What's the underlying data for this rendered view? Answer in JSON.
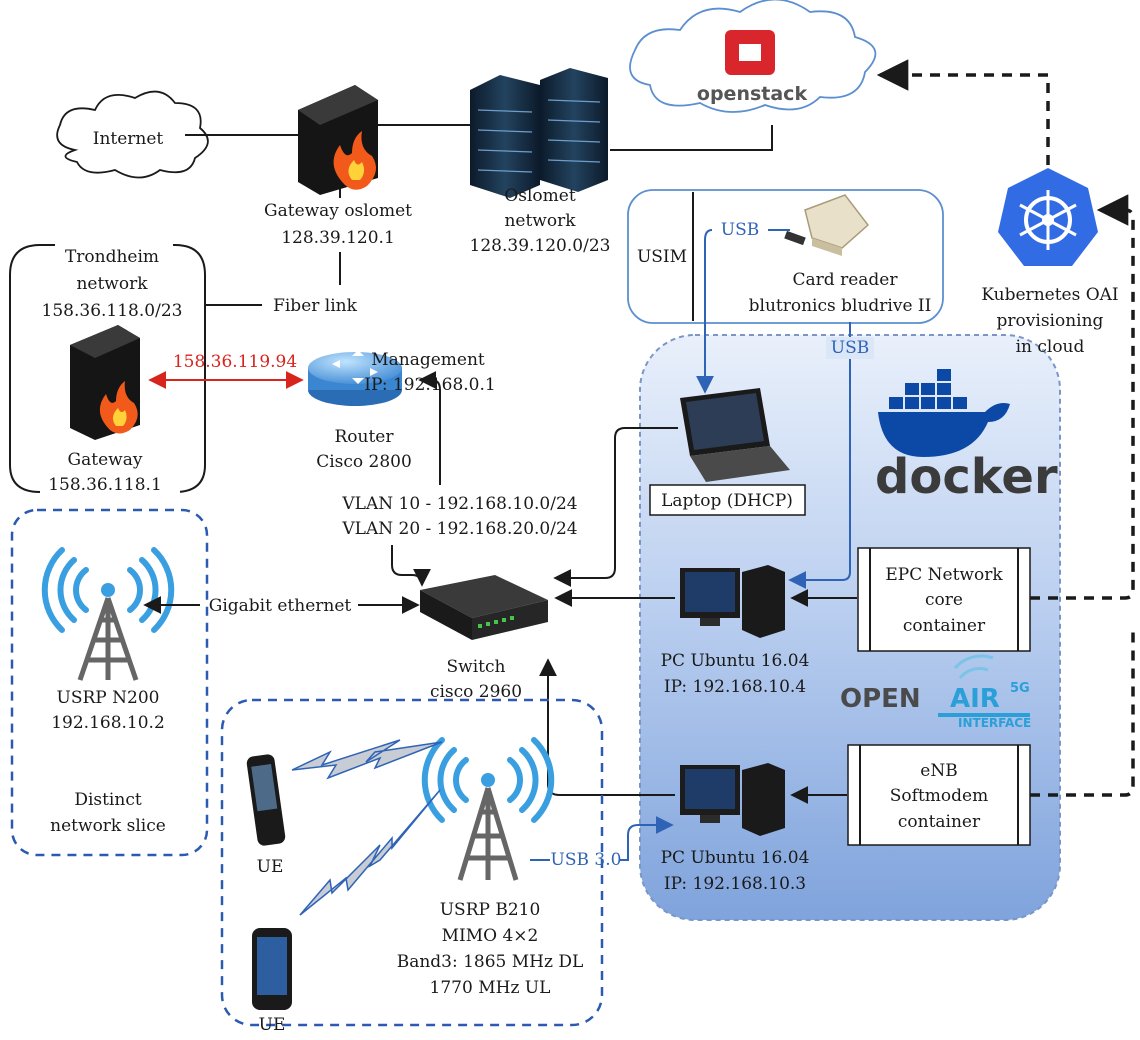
{
  "nodes": {
    "internet": "Internet",
    "openstack": "openstack",
    "gateway_oslomet": [
      "Gateway oslomet",
      "128.39.120.1"
    ],
    "oslomet_network": [
      "Oslomet",
      "network",
      "128.39.120.0/23"
    ],
    "trondheim_network": [
      "Trondheim",
      "network",
      "158.36.118.0/23"
    ],
    "fiber_link": "Fiber link",
    "gateway": [
      "Gateway",
      "158.36.118.1"
    ],
    "link_ip": "158.36.119.94",
    "management": [
      "Management",
      "IP: 192.168.0.1"
    ],
    "router": [
      "Router",
      "Cisco 2800"
    ],
    "vlans": [
      "VLAN 10 - 192.168.10.0/24",
      "VLAN 20 - 192.168.20.0/24"
    ],
    "usim": "USIM",
    "usb_top": "USB",
    "card_reader": [
      "Card reader",
      "blutronics bludrive II"
    ],
    "usb_right": "USB",
    "kubernetes": [
      "Kubernetes OAI",
      "provisioning",
      "in cloud"
    ],
    "laptop": "Laptop (DHCP)",
    "docker": "docker",
    "gigabit": "Gigabit ethernet",
    "usrp_n200": [
      "USRP N200",
      "192.168.10.2"
    ],
    "distinct_slice": [
      "Distinct",
      "network slice"
    ],
    "switch": [
      "Switch",
      "cisco 2960"
    ],
    "epc": [
      "EPC Network",
      "core",
      "container"
    ],
    "pc_epc": [
      "PC Ubuntu 16.04",
      "IP: 192.168.10.4"
    ],
    "openair": {
      "open": "OPEN",
      "air": "AIR",
      "fiveg": "5G",
      "interface": "INTERFACE"
    },
    "enb": [
      "eNB",
      "Softmodem",
      "container"
    ],
    "pc_enb": [
      "PC Ubuntu 16.04",
      "IP: 192.168.10.3"
    ],
    "usb3": "USB 3.0",
    "ue_top": "UE",
    "ue_bottom": "UE",
    "usrp_b210": [
      "USRP B210",
      "MIMO 4×2",
      "Band3: 1865 MHz DL",
      "1770 MHz UL"
    ]
  },
  "colors": {
    "usb_link": "#2f63b6",
    "router_link": "#d7241c",
    "docker_area": "#8fb0e2",
    "slice_border": "#2a5bb0"
  }
}
